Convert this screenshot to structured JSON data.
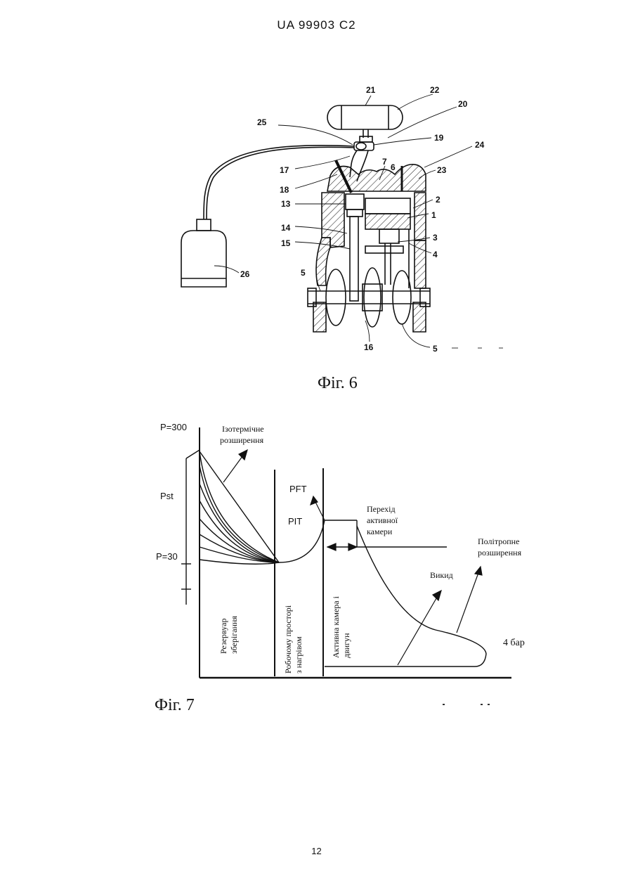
{
  "header": {
    "patent": "UA 99903 C2"
  },
  "figure6": {
    "caption": "Фіг. 6",
    "labels": [
      "21",
      "22",
      "20",
      "25",
      "19",
      "24",
      "17",
      "7",
      "6",
      "23",
      "18",
      "2",
      "13",
      "1",
      "14",
      "3",
      "15",
      "4",
      "5",
      "26",
      "16",
      "5"
    ]
  },
  "figure7": {
    "caption": "Фіг. 7",
    "axis": {
      "top": "P=300",
      "mid": "Pst",
      "low": "P=30"
    },
    "annotations": {
      "isothermal": [
        "Ізотермічне",
        "розширення"
      ],
      "pft": "PFT",
      "pit": "PIT",
      "transition": [
        "Перехід",
        "активної",
        "камери"
      ],
      "polytropic": [
        "Політропне",
        "розширення"
      ],
      "exhaust": "Викид",
      "bar": "4 бар"
    },
    "zones": {
      "storage": [
        "Резервуар",
        "зберігання"
      ],
      "working": [
        "Робочому просторі",
        "з нагрівом"
      ],
      "active": [
        "Активна камера і",
        "двигун"
      ]
    }
  },
  "footer": {
    "page": "12"
  }
}
